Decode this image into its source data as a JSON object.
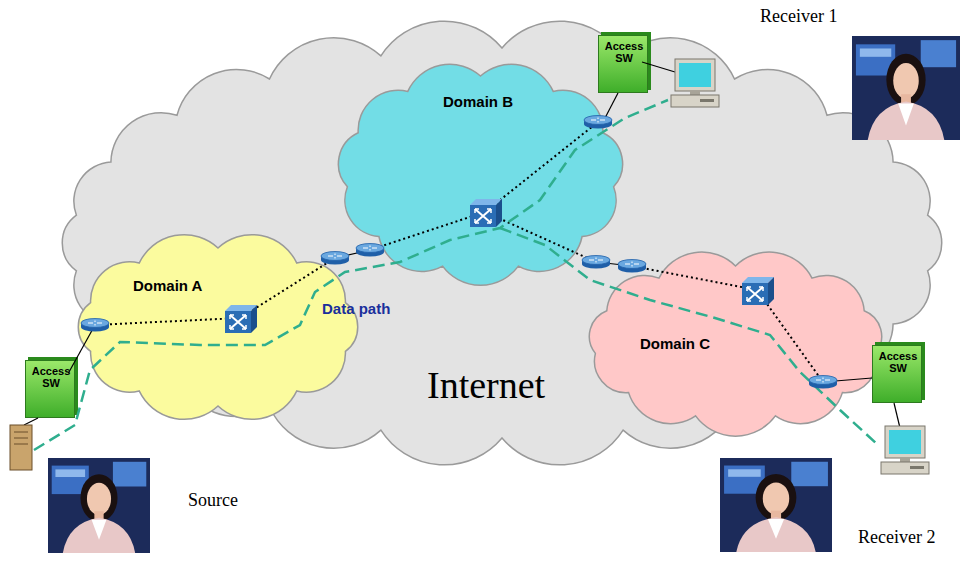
{
  "diagram": {
    "nodes": [
      {
        "text": [
          "Internet"
        ]
      },
      {
        "text": [
          "Domain A"
        ],
        "in": 0
      },
      {
        "text": [
          "Domain B"
        ],
        "in": 0
      },
      {
        "text": [
          "Domain C"
        ],
        "in": 0
      },
      {
        "text": [
          "Access SW"
        ]
      },
      {
        "text": [
          "Access SW"
        ]
      },
      {
        "text": [
          "Access SW"
        ]
      }
    ],
    "labels": [
      "Receiver 1",
      "Data path",
      "Source",
      "Receiver 2"
    ]
  }
}
